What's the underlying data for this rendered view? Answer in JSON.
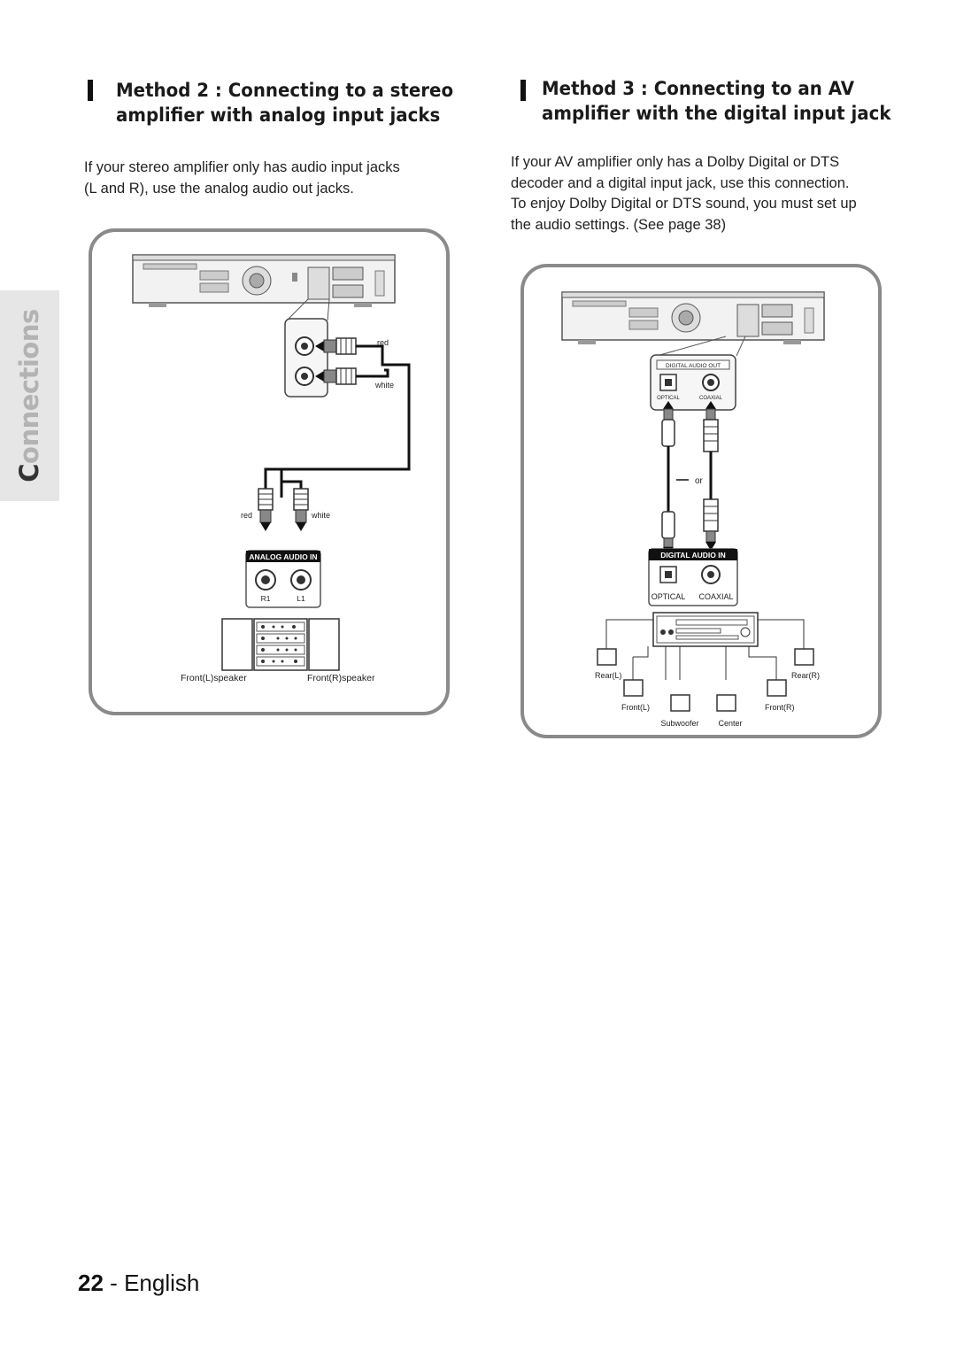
{
  "side_tab": {
    "first_letter": "C",
    "rest": "onnections"
  },
  "method2": {
    "title_line1": "Method 2 : Connecting to a stereo",
    "title_line2": "amplifier with analog input jacks",
    "para_line1": "If your stereo amplifier only has audio input jacks",
    "para_line2": "(L and R), use the analog audio out jacks.",
    "diagram": {
      "cable_top_red": "red",
      "cable_top_white": "white",
      "plug_red": "red",
      "plug_white": "white",
      "amp_panel_label": "ANALOG AUDIO IN",
      "jack_r": "R1",
      "jack_l": "L1",
      "speaker_left": "Front(L)speaker",
      "speaker_right": "Front(R)speaker"
    }
  },
  "method3": {
    "title_line1": "Method 3 : Connecting to an AV",
    "title_line2": "amplifier with the digital input jack",
    "para_line1": "If your AV amplifier only has a Dolby Digital or DTS",
    "para_line2": "decoder and a digital input jack, use this connection.",
    "para_line3": "To enjoy Dolby Digital or DTS sound, you must set up",
    "para_line4": "the audio settings. (See page 38)",
    "diagram": {
      "digital_out_label": "DIGITAL AUDIO OUT",
      "optical_small": "OPTICAL",
      "coaxial_small": "COAXIAL",
      "or_label": "or",
      "digital_in_label": "DIGITAL AUDIO IN",
      "optical": "OPTICAL",
      "coaxial": "COAXIAL",
      "rear_l": "Rear(L)",
      "rear_r": "Rear(R)",
      "front_l": "Front(L)",
      "front_r": "Front(R)",
      "subwoofer": "Subwoofer",
      "center": "Center"
    }
  },
  "footer": {
    "page_number": "22",
    "separator": "-",
    "language": "English"
  }
}
